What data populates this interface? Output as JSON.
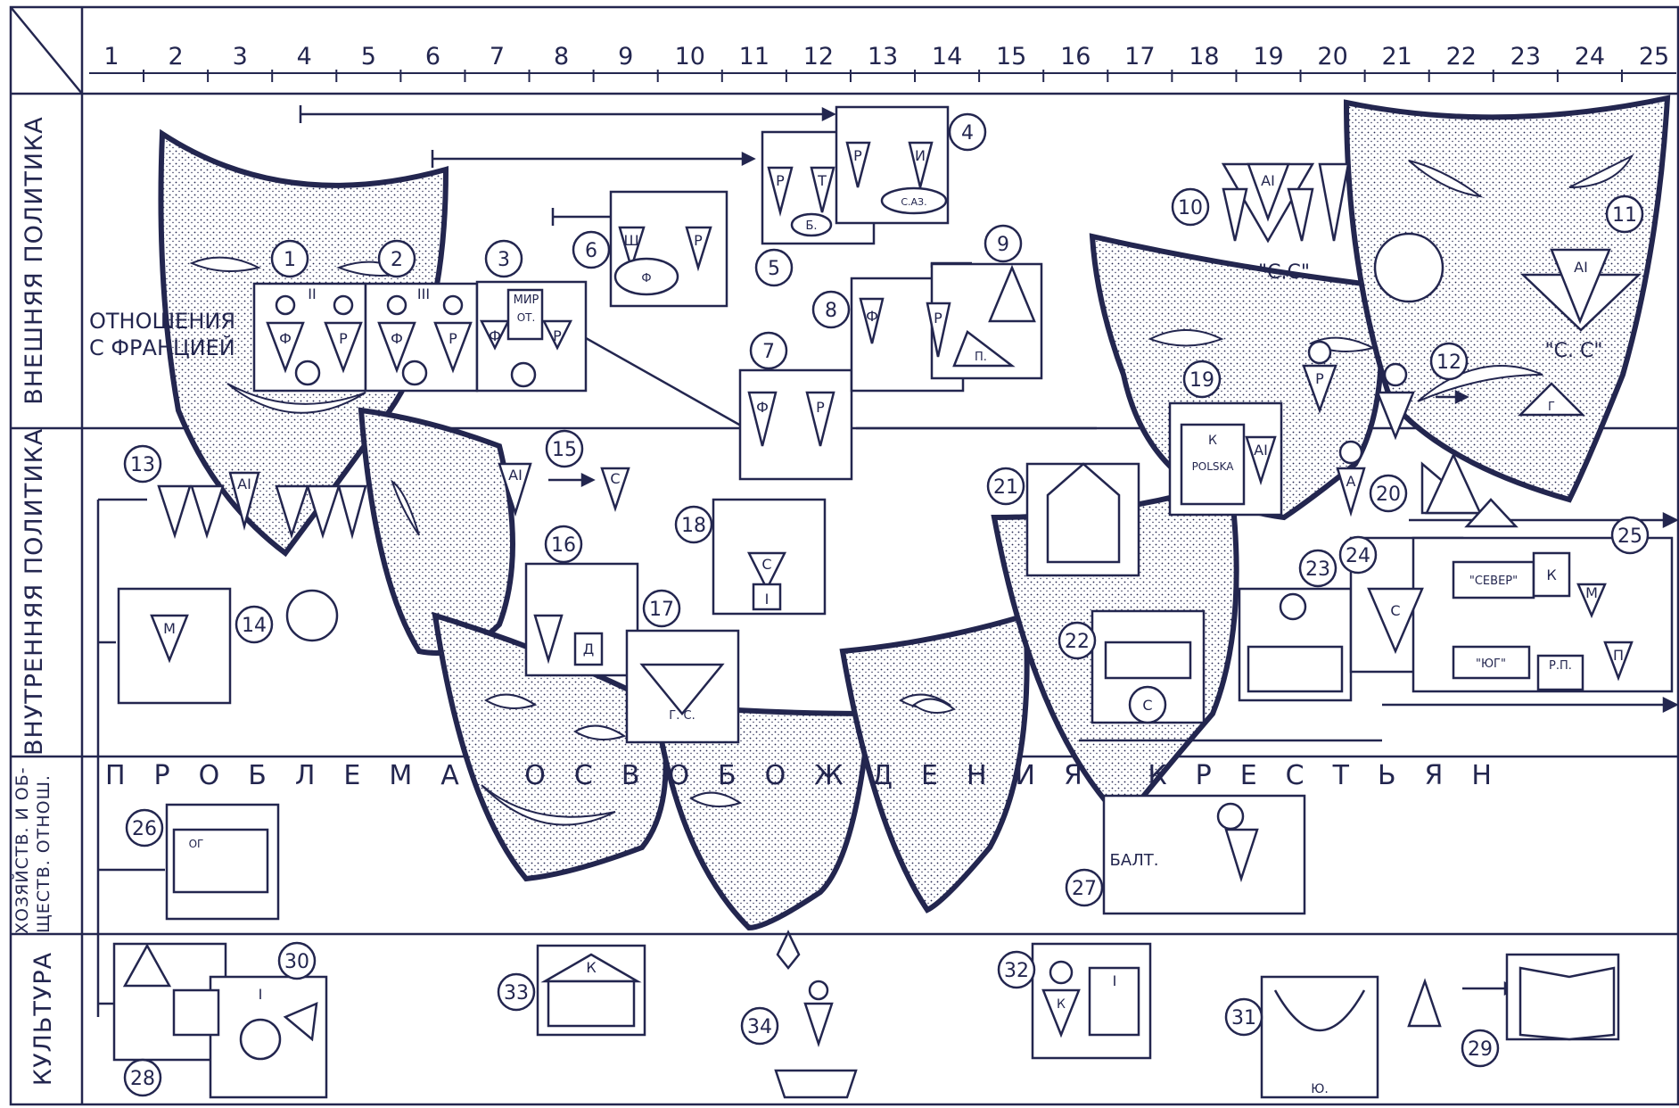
{
  "timeline": {
    "ticks": [
      "1",
      "2",
      "3",
      "4",
      "5",
      "6",
      "7",
      "8",
      "9",
      "10",
      "11",
      "12",
      "13",
      "14",
      "15",
      "16",
      "17",
      "18",
      "19",
      "20",
      "21",
      "22",
      "23",
      "24",
      "25"
    ]
  },
  "rows": {
    "foreign": "ВНЕШНЯЯ ПОЛИТИКА",
    "domestic": "ВНУТРЕННЯЯ ПОЛИТИКА",
    "economy_line1": "ХОЗЯЙСТВ. И ОБ-",
    "economy_line2": "ЩЕСТВ. ОТНОШ.",
    "culture": "КУЛЬТУРА"
  },
  "foreign_note": {
    "line1": "ОТНОШЕНИЯ",
    "line2": "С ФРАНЦИЕЙ"
  },
  "banner": "ПРОБЛЕМА ОСВОБОЖДЕНИЯ КРЕСТЬЯН",
  "markers": [
    "1",
    "2",
    "3",
    "4",
    "5",
    "6",
    "7",
    "8",
    "9",
    "10",
    "11",
    "12",
    "13",
    "14",
    "15",
    "16",
    "17",
    "18",
    "19",
    "20",
    "21",
    "22",
    "23",
    "24",
    "25",
    "26",
    "27",
    "28",
    "29",
    "30",
    "31",
    "32",
    "33",
    "34"
  ],
  "glyphs": {
    "f": "Ф",
    "r": "Р",
    "t": "Т",
    "i": "И",
    "sh": "Ш",
    "ai": "AI",
    "mir": "МИР",
    "ot": "ОТ.",
    "b": "Б.",
    "saz": "С.АЗ.",
    "p": "П.",
    "ss": "\"С.С\"",
    "ss2": "\"С. С\"",
    "polska": "POLSKA",
    "k": "К",
    "a": "А",
    "d": "Д",
    "gs": "Г. С.",
    "s": "С",
    "one": "I",
    "m": "М",
    "sever": "\"СЕВЕР\"",
    "yug": "\"ЮГ\"",
    "rp": "Р.П.",
    "pp": "П",
    "balt": "БАЛТ.",
    "yu": "Ю.",
    "g": "Г",
    "og": "ОГ",
    "r2": "II",
    "r3": "III"
  },
  "colors": {
    "ink": "#23264f",
    "paper": "#ffffff"
  }
}
